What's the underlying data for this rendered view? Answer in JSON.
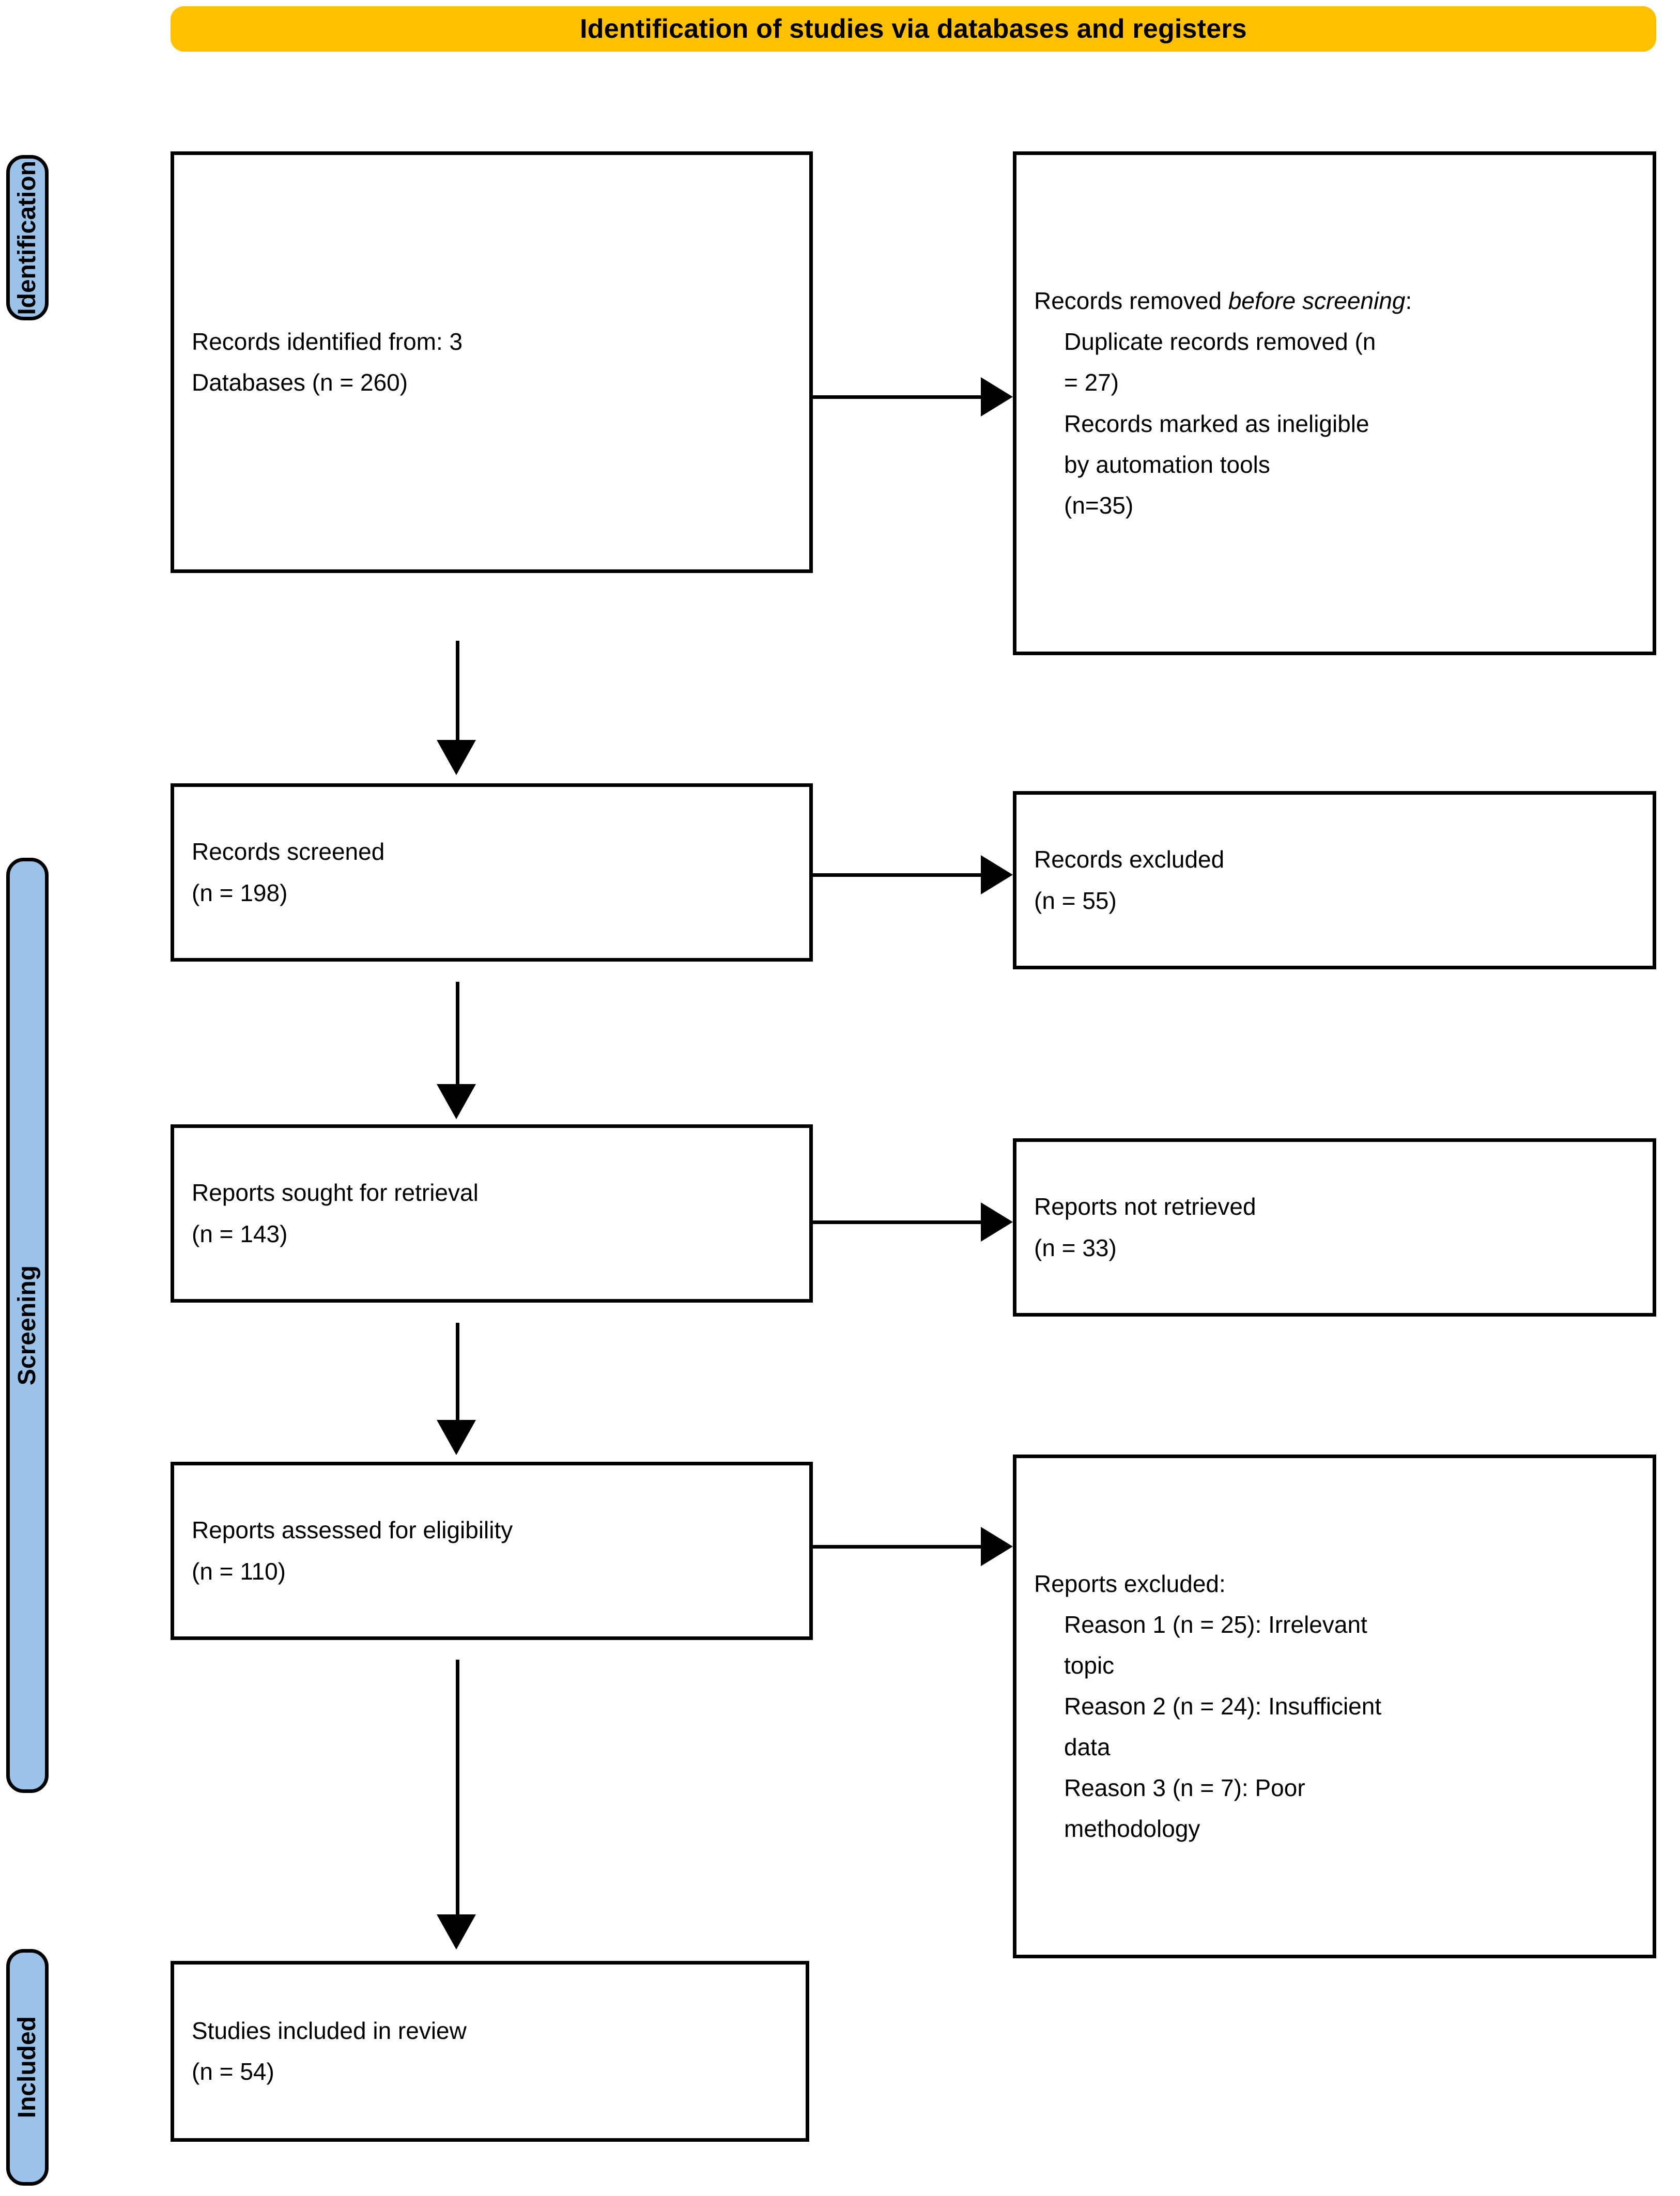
{
  "colors": {
    "banner_background": "#FFC000",
    "stage_background": "#9BC2E8",
    "border": "#000000",
    "page_background": "#FFFFFF"
  },
  "header": {
    "title": "Identification of studies via databases and registers"
  },
  "stages": [
    {
      "key": "identification",
      "label": "Identification"
    },
    {
      "key": "screening",
      "label": "Screening"
    },
    {
      "key": "included",
      "label": "Included"
    }
  ],
  "boxes": {
    "records_identified": {
      "line1": "Records identified from: 3",
      "line2": "Databases (n = 260)"
    },
    "records_removed": {
      "heading_prefix": "Records removed ",
      "heading_italic": "before screening",
      "heading_suffix": ":",
      "item1_line1": "Duplicate records removed (n",
      "item1_line2": "= 27)",
      "item2_line1": "Records marked as ineligible",
      "item2_line2": "by automation tools",
      "item2_line3": "(n=35)"
    },
    "records_screened": {
      "line1": "Records screened",
      "line2": "(n = 198)"
    },
    "records_excluded": {
      "line1": "Records excluded",
      "line2": "(n = 55)"
    },
    "reports_sought": {
      "line1": "Reports sought for retrieval",
      "line2": "(n = 143)"
    },
    "reports_not_retrieved": {
      "line1": "Reports not retrieved",
      "line2": "(n = 33)"
    },
    "reports_assessed": {
      "line1": "Reports assessed for eligibility",
      "line2": "(n = 110)"
    },
    "reports_excluded": {
      "heading": "Reports excluded:",
      "reason1_line1": "Reason 1 (n = 25): Irrelevant",
      "reason1_line2": "topic",
      "reason2_line1": "Reason 2 (n = 24): Insufficient",
      "reason2_line2": "data",
      "reason3_line1": "Reason 3 (n = 7): Poor",
      "reason3_line2": "methodology"
    },
    "studies_included": {
      "line1": "Studies included in review",
      "line2": "(n = 54)"
    }
  },
  "flow_data": {
    "type": "flowchart",
    "title": "Identification of studies via databases and registers",
    "nodes": [
      {
        "id": "records_identified",
        "stage": "Identification",
        "label": "Records identified from: 3 Databases",
        "n": 260
      },
      {
        "id": "records_removed",
        "stage": "Identification",
        "label": "Records removed before screening",
        "duplicate_records_removed": 27,
        "marked_ineligible_by_automation_tools": 35
      },
      {
        "id": "records_screened",
        "stage": "Screening",
        "label": "Records screened",
        "n": 198
      },
      {
        "id": "records_excluded",
        "stage": "Screening",
        "label": "Records excluded",
        "n": 55
      },
      {
        "id": "reports_sought",
        "stage": "Screening",
        "label": "Reports sought for retrieval",
        "n": 143
      },
      {
        "id": "reports_not_retrieved",
        "stage": "Screening",
        "label": "Reports not retrieved",
        "n": 33
      },
      {
        "id": "reports_assessed",
        "stage": "Screening",
        "label": "Reports assessed for eligibility",
        "n": 110
      },
      {
        "id": "reports_excluded",
        "stage": "Screening",
        "label": "Reports excluded",
        "reasons": [
          {
            "name": "Reason 1",
            "n": 25,
            "description": "Irrelevant topic"
          },
          {
            "name": "Reason 2",
            "n": 24,
            "description": "Insufficient data"
          },
          {
            "name": "Reason 3",
            "n": 7,
            "description": "Poor methodology"
          }
        ]
      },
      {
        "id": "studies_included",
        "stage": "Included",
        "label": "Studies included in review",
        "n": 54
      }
    ],
    "edges": [
      {
        "from": "records_identified",
        "to": "records_removed",
        "direction": "right"
      },
      {
        "from": "records_identified",
        "to": "records_screened",
        "direction": "down"
      },
      {
        "from": "records_screened",
        "to": "records_excluded",
        "direction": "right"
      },
      {
        "from": "records_screened",
        "to": "reports_sought",
        "direction": "down"
      },
      {
        "from": "reports_sought",
        "to": "reports_not_retrieved",
        "direction": "right"
      },
      {
        "from": "reports_sought",
        "to": "reports_assessed",
        "direction": "down"
      },
      {
        "from": "reports_assessed",
        "to": "reports_excluded",
        "direction": "right"
      },
      {
        "from": "reports_assessed",
        "to": "studies_included",
        "direction": "down"
      }
    ]
  }
}
